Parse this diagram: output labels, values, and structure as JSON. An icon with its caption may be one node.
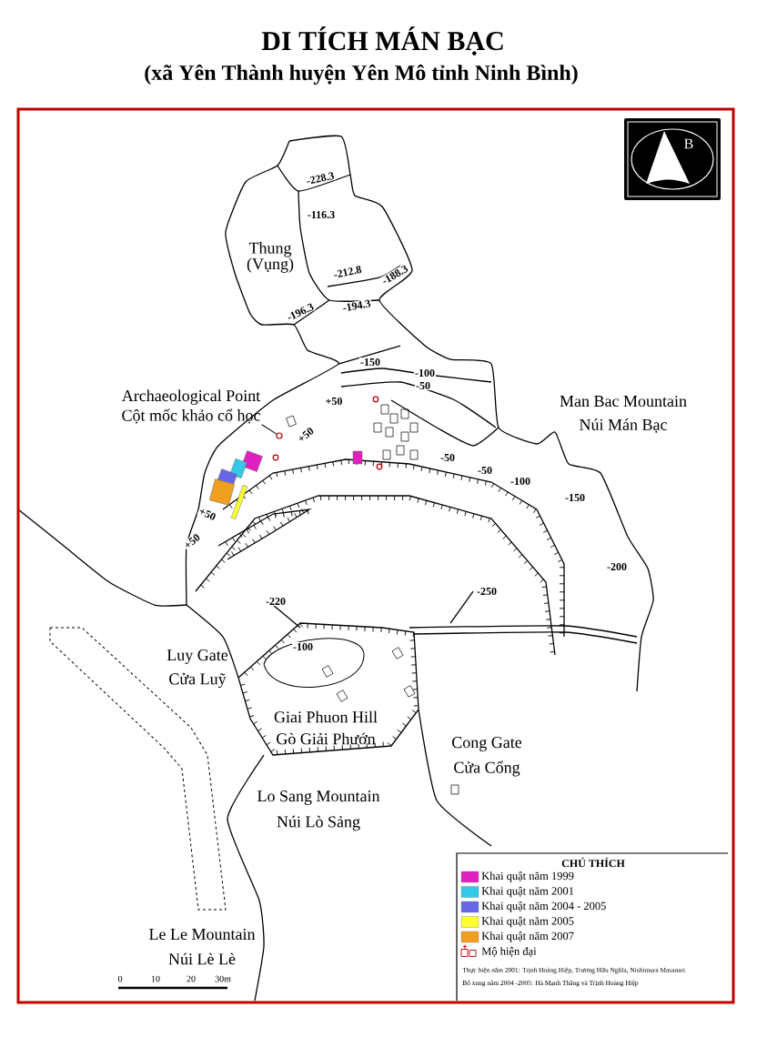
{
  "diagram": {
    "title": "DI TÍCH MÁN BẠC",
    "nodes": [
      {
        "text": [
          "Archaeological Point",
          "Cột mốc khảo cổ học"
        ]
      },
      {
        "text": [],
        "shape": "circle"
      }
    ],
    "edges": [
      {
        "from": 0,
        "to": 1,
        "arrow": "none"
      }
    ],
    "labels": [
      "(xã Yên Thành huyện Yên Mô tỉnh Ninh Bình)",
      "B",
      "-228.3",
      "-116.3",
      "Thung (Vụng)",
      "-212.8",
      "-188.3",
      "-196.3",
      "-194.3",
      "-150",
      "-100",
      "-50",
      "Man Bac Mountain",
      "Núi Mán Bạc",
      "+50",
      "+50",
      "-50",
      "-50",
      "-100",
      "-150",
      "+50",
      "+50",
      "-200",
      "-220",
      "-250",
      "-100",
      "Luy Gate",
      "Cửa Luỹ",
      "Giai Phuon Hill",
      "Gò Giải Phướn",
      "Cong Gate",
      "Cửa Cổng",
      "Lo Sang Mountain",
      "Núi Lò Sảng",
      "CHÚ THÍCH",
      "Le Le Mountain",
      "Núi Lè Lè",
      "0",
      "10",
      "20",
      "30m",
      "Thực hiện năm 2001: Trịnh Hoàng Hiệp, Trương Hữu Nghĩa, Nishimura Masanari",
      "Bổ xung năm 2004 -2005: Hà Mạnh Thắng và Trịnh Hoàng Hiệp"
    ],
    "legend": [
      {
        "text": "Khai quật năm 1999",
        "color": "#e020c0"
      },
      {
        "text": "Khai quật năm 2001",
        "color": "#33c8e8"
      },
      {
        "text": "Khai quật năm 2004 - 2005",
        "color": "#6666e6"
      },
      {
        "text": "Khai quật năm 2005",
        "color": "#ffff33"
      },
      {
        "text": "Khai quật năm 2007",
        "color": "#f0a020"
      },
      {
        "text": "Mộ hiện đại"
      }
    ]
  }
}
